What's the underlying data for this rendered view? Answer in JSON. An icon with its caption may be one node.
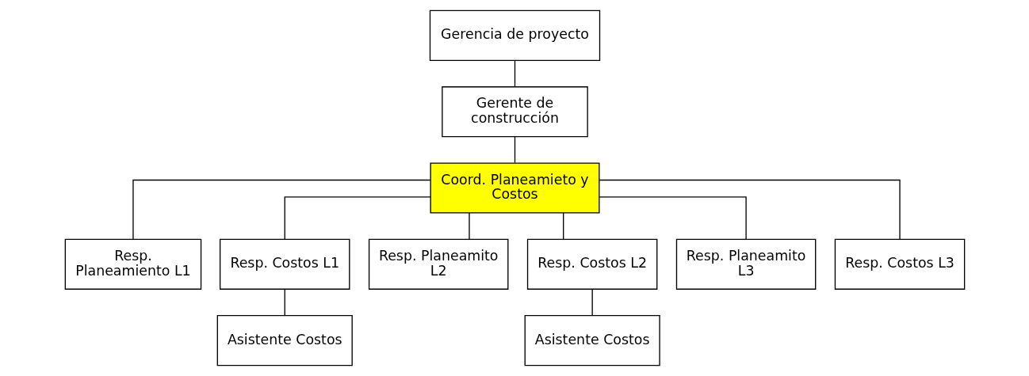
{
  "diagram": {
    "nodes": [
      {
        "text": [
          "Gerencia de proyecto"
        ]
      },
      {
        "text": [
          "Gerente de construcción"
        ]
      },
      {
        "text": [
          "Coord. Planeamieto y Costos"
        ]
      },
      {
        "text": [
          "Resp. Planeamiento L1"
        ]
      },
      {
        "text": [
          "Resp. Costos L1"
        ]
      },
      {
        "text": [
          "Resp. Planeamito L2"
        ]
      },
      {
        "text": [
          "Resp. Costos L2"
        ]
      },
      {
        "text": [
          "Resp. Planeamito L3"
        ]
      },
      {
        "text": [
          "Resp. Costos L3"
        ]
      },
      {
        "text": [
          "Asistente Costos"
        ]
      },
      {
        "text": [
          "Asistente Costos"
        ]
      }
    ],
    "edges": [
      {
        "from": 0,
        "to": 1,
        "arrow": "none"
      },
      {
        "from": 1,
        "to": 2,
        "arrow": "none"
      },
      {
        "from": 2,
        "to": 3,
        "arrow": "none"
      },
      {
        "from": 2,
        "to": 4,
        "arrow": "none"
      },
      {
        "from": 2,
        "to": 5,
        "arrow": "none"
      },
      {
        "from": 2,
        "to": 6,
        "arrow": "none"
      },
      {
        "from": 2,
        "to": 7,
        "arrow": "none"
      },
      {
        "from": 2,
        "to": 8,
        "arrow": "none"
      },
      {
        "from": 4,
        "to": 9,
        "arrow": "none"
      },
      {
        "from": 6,
        "to": 10,
        "arrow": "none"
      }
    ]
  }
}
